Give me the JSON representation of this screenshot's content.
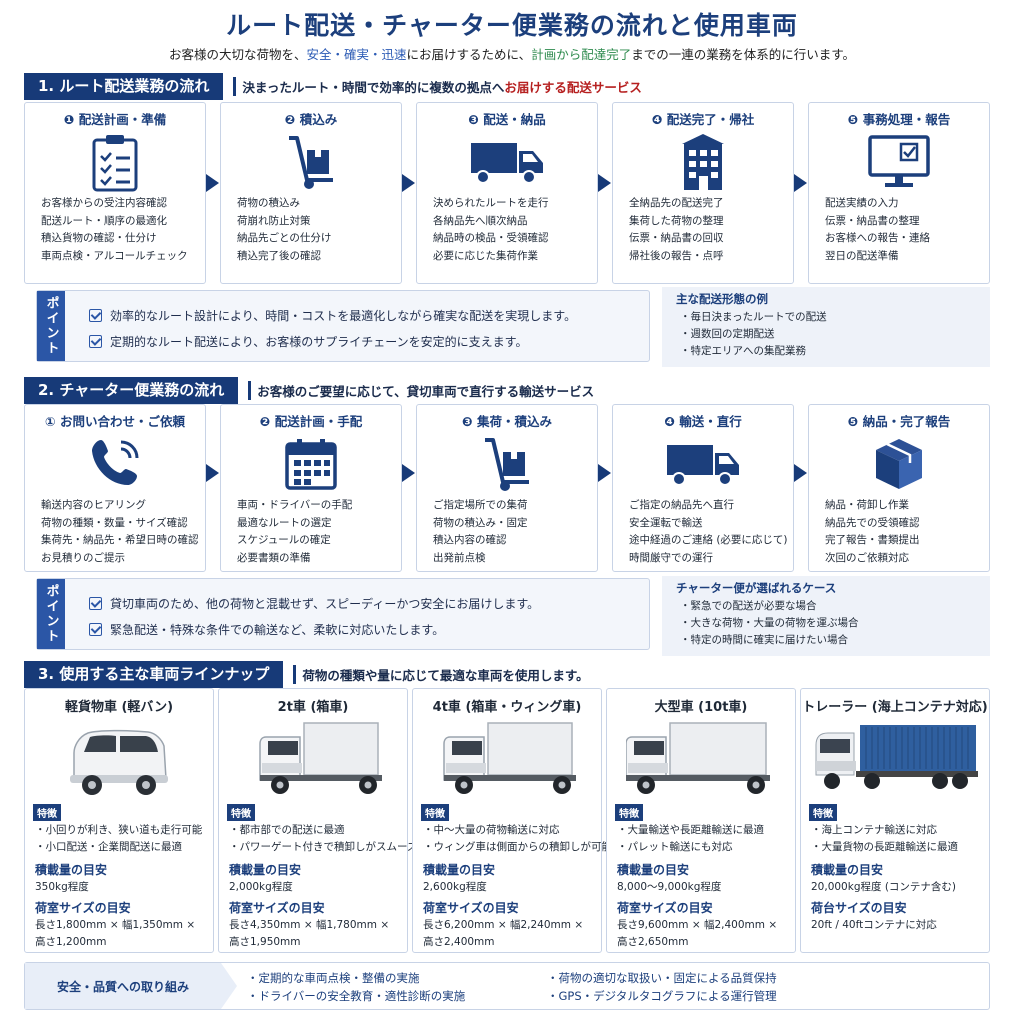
{
  "header": {
    "title": "ルート配送・チャーター便業務の流れと使用車両",
    "subtitle_a": "お客様の大切な荷物を、",
    "subtitle_b": "安全・確実・迅速",
    "subtitle_c": "にお届けするために、",
    "subtitle_d": "計画から配達完了",
    "subtitle_e": "までの一連の業務を体系的に行います。"
  },
  "section1": {
    "label": "1. ルート配送業務の流れ",
    "desc_a": "決まったルート・時間で効率的に複数の拠点へ",
    "desc_b": "お届けする配送サービス",
    "steps": [
      {
        "title": "❶ 配送計画・準備",
        "icon": "clipboard-icon",
        "items": [
          "お客様からの受注内容確認",
          "配送ルート・順序の最適化",
          "積込貨物の確認・仕分け",
          "車両点検・アルコールチェック"
        ]
      },
      {
        "title": "❷ 積込み",
        "icon": "hand-truck-icon",
        "items": [
          "荷物の積込み",
          "荷崩れ防止対策",
          "納品先ごとの仕分け",
          "積込完了後の確認"
        ]
      },
      {
        "title": "❸ 配送・納品",
        "icon": "truck-icon",
        "items": [
          "決められたルートを走行",
          "各納品先へ順次納品",
          "納品時の検品・受領確認",
          "必要に応じた集荷作業"
        ]
      },
      {
        "title": "❹ 配送完了・帰社",
        "icon": "building-icon",
        "items": [
          "全納品先の配送完了",
          "集荷した荷物の整理",
          "伝票・納品書の回収",
          "帰社後の報告・点呼"
        ]
      },
      {
        "title": "❺ 事務処理・報告",
        "icon": "monitor-icon",
        "items": [
          "配送実績の入力",
          "伝票・納品書の整理",
          "お客様への報告・連絡",
          "翌日の配送準備"
        ]
      }
    ],
    "point_tag": "ポイント",
    "points": [
      "効率的なルート設計により、時間・コストを最適化しながら確実な配送を実現します。",
      "定期的なルート配送により、お客様のサプライチェーンを安定的に支えます。"
    ],
    "side_title": "主な配送形態の例",
    "side_items": [
      "・毎日決まったルートでの配送",
      "・週数回の定期配送",
      "・特定エリアへの集配業務"
    ]
  },
  "section2": {
    "label": "2. チャーター便業務の流れ",
    "desc_a": "お客様のご要望に応じて、貸切車両で直行する輸送サービス",
    "steps": [
      {
        "title": "① お問い合わせ・ご依頼",
        "icon": "phone-icon",
        "items": [
          "輸送内容のヒアリング",
          "荷物の種類・数量・サイズ確認",
          "集荷先・納品先・希望日時の確認",
          "お見積りのご提示"
        ]
      },
      {
        "title": "❷ 配送計画・手配",
        "icon": "calendar-icon",
        "items": [
          "車両・ドライバーの手配",
          "最適なルートの選定",
          "スケジュールの確定",
          "必要書類の準備"
        ]
      },
      {
        "title": "❸ 集荷・積込み",
        "icon": "hand-truck-icon",
        "items": [
          "ご指定場所での集荷",
          "荷物の積込み・固定",
          "積込内容の確認",
          "出発前点検"
        ]
      },
      {
        "title": "❹ 輸送・直行",
        "icon": "truck-icon",
        "items": [
          "ご指定の納品先へ直行",
          "安全運転で輸送",
          "途中経過のご連絡 (必要に応じて)",
          "時間厳守での運行"
        ]
      },
      {
        "title": "❺ 納品・完了報告",
        "icon": "box-icon",
        "items": [
          "納品・荷卸し作業",
          "納品先での受領確認",
          "完了報告・書類提出",
          "次回のご依頼対応"
        ]
      }
    ],
    "point_tag": "ポイント",
    "points": [
      "貸切車両のため、他の荷物と混載せず、スピーディーかつ安全にお届けします。",
      "緊急配送・特殊な条件での輸送など、柔軟に対応いたします。"
    ],
    "side_title": "チャーター便が選ばれるケース",
    "side_items": [
      "・緊急での配送が必要な場合",
      "・大きな荷物・大量の荷物を運ぶ場合",
      "・特定の時間に確実に届けたい場合"
    ]
  },
  "section3": {
    "label": "3. 使用する主な車両ラインナップ",
    "desc_a": "荷物の種類や量に応じて最適な車両を使用します。",
    "feature_tag": "特徴",
    "vehicles": [
      {
        "name": "軽貨物車 (軽バン)",
        "features": [
          "・小回りが利き、狭い道も走行可能",
          "・小口配送・企業間配送に最適"
        ],
        "load_h": "積載量の目安",
        "load_v": "350kg程度",
        "size_h": "荷室サイズの目安",
        "size_v1": "長さ1,800mm × 幅1,350mm ×",
        "size_v2": "高さ1,200mm"
      },
      {
        "name": "2t車 (箱車)",
        "features": [
          "・都市部での配送に最適",
          "・パワーゲート付きで積卸しがスムーズ"
        ],
        "load_h": "積載量の目安",
        "load_v": "2,000kg程度",
        "size_h": "荷室サイズの目安",
        "size_v1": "長さ4,350mm × 幅1,780mm ×",
        "size_v2": "高さ1,950mm"
      },
      {
        "name": "4t車 (箱車・ウィング車)",
        "features": [
          "・中〜大量の荷物輸送に対応",
          "・ウィング車は側面からの積卸しが可能"
        ],
        "load_h": "積載量の目安",
        "load_v": "2,600kg程度",
        "size_h": "荷室サイズの目安",
        "size_v1": "長さ6,200mm × 幅2,240mm ×",
        "size_v2": "高さ2,400mm"
      },
      {
        "name": "大型車 (10t車)",
        "features": [
          "・大量輸送や長距離輸送に最適",
          "・パレット輸送にも対応"
        ],
        "load_h": "積載量の目安",
        "load_v": "8,000〜9,000kg程度",
        "size_h": "荷室サイズの目安",
        "size_v1": "長さ9,600mm × 幅2,400mm ×",
        "size_v2": "高さ2,650mm"
      },
      {
        "name": "トレーラー (海上コンテナ対応)",
        "features": [
          "・海上コンテナ輸送に対応",
          "・大量貨物の長距離輸送に最適"
        ],
        "load_h": "積載量の目安",
        "load_v": "20,000kg程度 (コンテナ含む)",
        "size_h": "荷台サイズの目安",
        "size_v1": "20ft / 40ftコンテナに対応",
        "size_v2": ""
      }
    ]
  },
  "footer": {
    "tag": "安全・品質への取り組み",
    "col1": [
      "・定期的な車両点検・整備の実施",
      "・ドライバーの安全教育・適性診断の実施"
    ],
    "col2": [
      "・荷物の適切な取扱い・固定による品質保持",
      "・GPS・デジタルタコグラフによる運行管理"
    ]
  },
  "colors": {
    "primary": "#173a78",
    "accent": "#2b56a6",
    "text_title": "#1c3f7c"
  }
}
